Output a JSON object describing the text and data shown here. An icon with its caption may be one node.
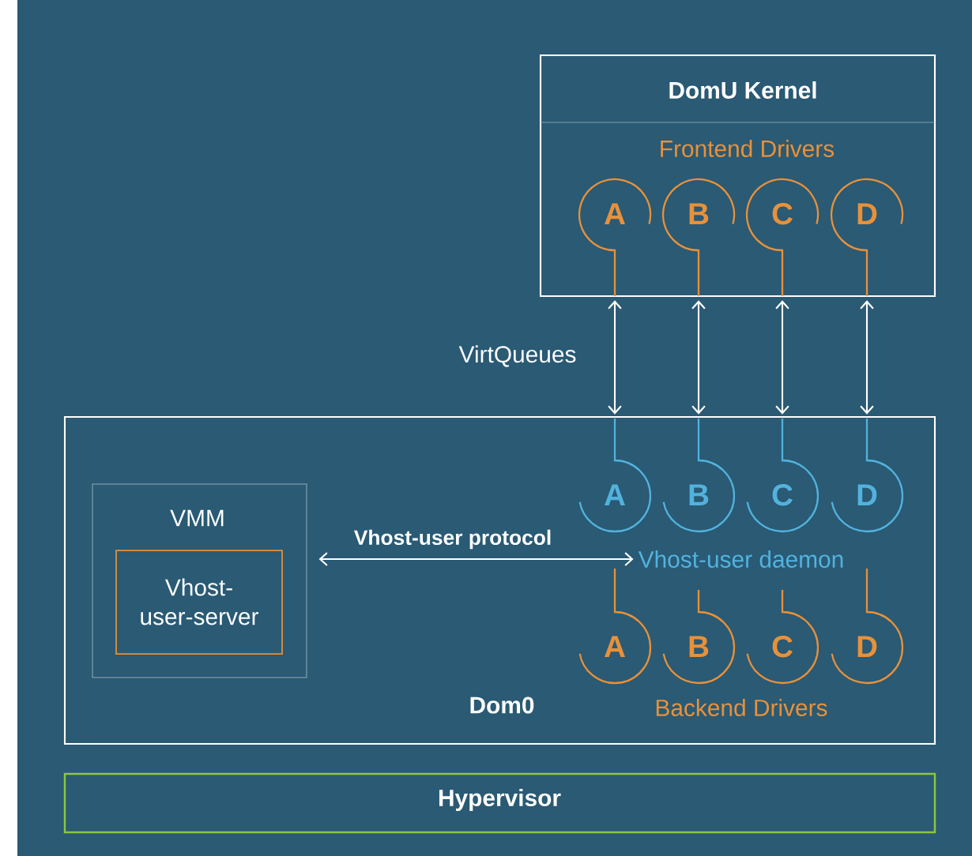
{
  "diagram": {
    "nodes": [
      {
        "text": [
          "DomU Kernel"
        ]
      },
      {
        "text": [
          "A"
        ],
        "in": 0
      },
      {
        "text": [
          "B"
        ],
        "in": 0
      },
      {
        "text": [
          "C"
        ],
        "in": 0
      },
      {
        "text": [
          "D"
        ],
        "in": 0
      },
      {
        "text": [
          "Dom0"
        ]
      },
      {
        "text": [
          "VMM"
        ],
        "in": 5
      },
      {
        "text": [
          "Vhost- user-server"
        ],
        "in": 6
      },
      {
        "text": [
          "A"
        ],
        "in": 5
      },
      {
        "text": [
          "B"
        ],
        "in": 5
      },
      {
        "text": [
          "C"
        ],
        "in": 5
      },
      {
        "text": [
          "D"
        ],
        "in": 5
      },
      {
        "text": [
          "A"
        ],
        "in": 5
      },
      {
        "text": [
          "B"
        ],
        "in": 5
      },
      {
        "text": [
          "C"
        ],
        "in": 5
      },
      {
        "text": [
          "D"
        ],
        "in": 5
      },
      {
        "text": [
          "Hypervisor"
        ]
      },
      {
        "text": [
          "Vhost-user daemon"
        ],
        "in": 5
      }
    ],
    "edges": [
      {
        "from": 1,
        "to": 8,
        "arrow": "both"
      },
      {
        "from": 2,
        "to": 9,
        "arrow": "both"
      },
      {
        "from": 3,
        "to": 10,
        "arrow": "both"
      },
      {
        "from": 4,
        "to": 11,
        "arrow": "both"
      },
      {
        "from": 6,
        "to": 17,
        "arrow": "both",
        "label": "Vhost-user protocol"
      }
    ],
    "labels": [
      "Frontend Drivers",
      "VirtQueues",
      "Backend Drivers"
    ]
  }
}
